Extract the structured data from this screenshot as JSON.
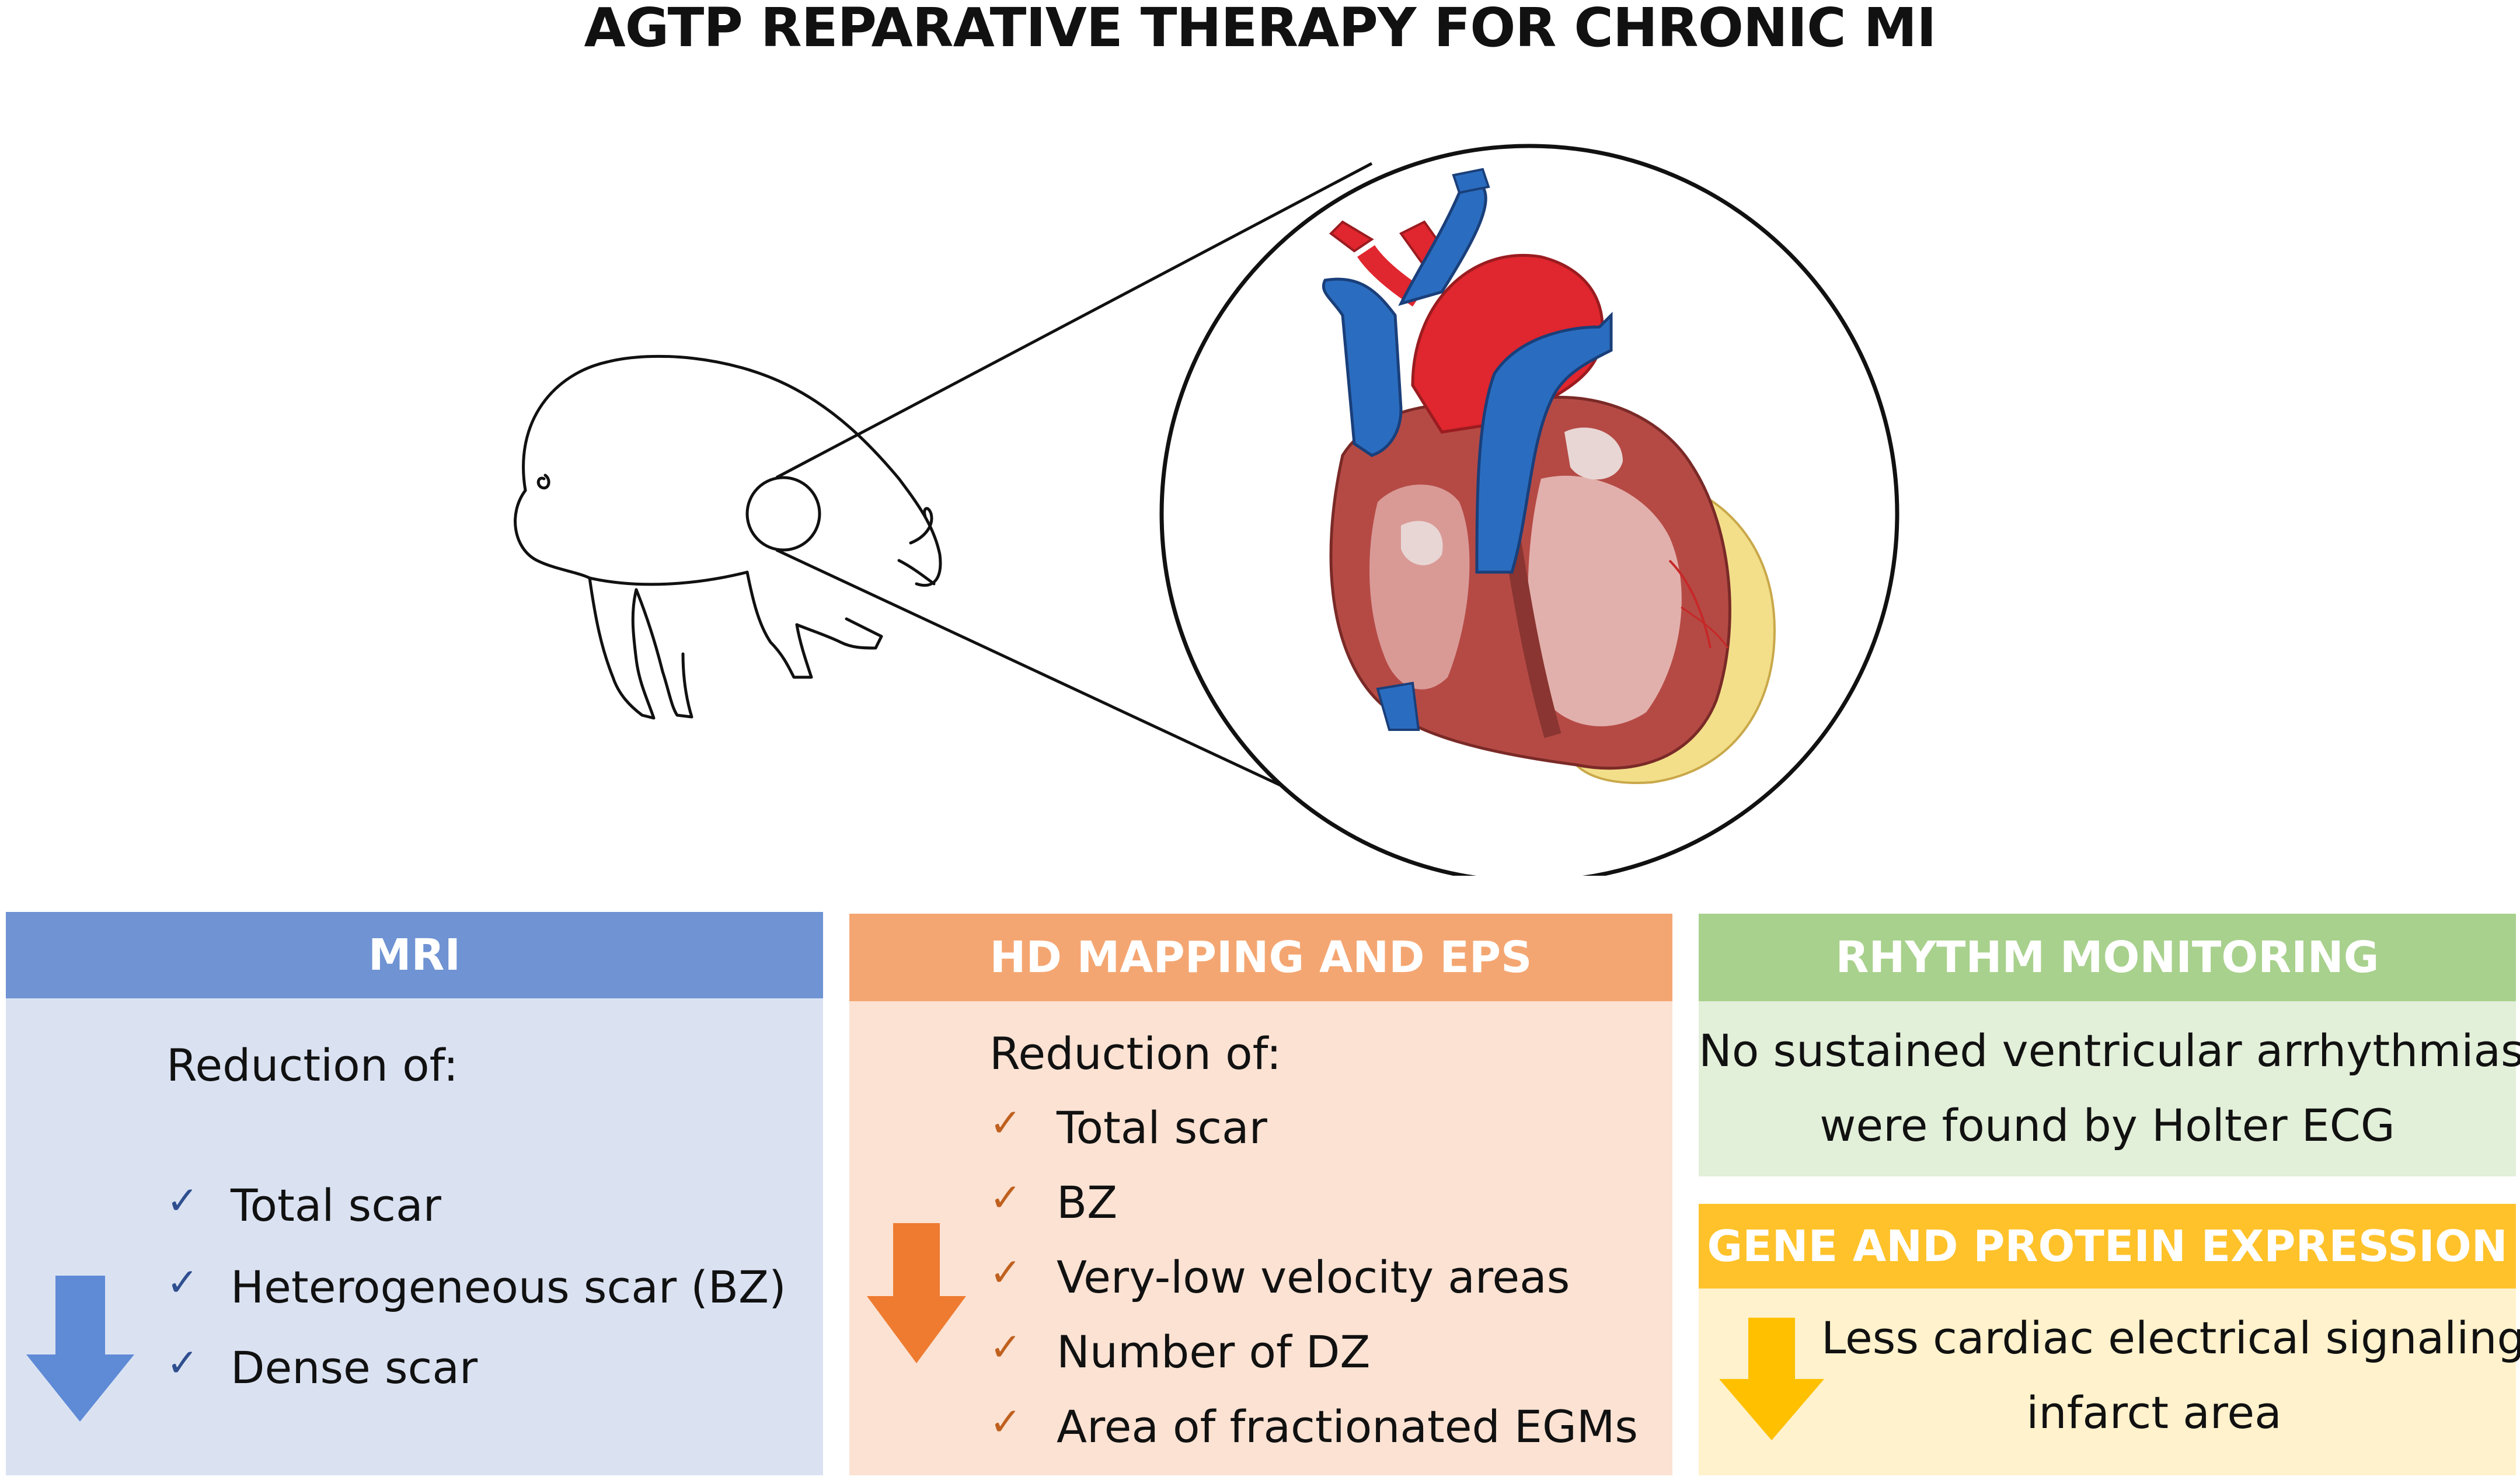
{
  "title": "AGTP REPARATIVE THERAPY FOR CHRONIC MI",
  "colors": {
    "mri_header": "#6F93D3",
    "mri_body": "#DAE2F2",
    "mri_arrow": "#5E8AD6",
    "mri_check": "#2F4F8F",
    "hd_header": "#F4A672",
    "hd_body": "#FBE2D3",
    "hd_arrow": "#EE7B30",
    "hd_check": "#C0601E",
    "rhythm_header": "#A8D18D",
    "rhythm_body": "#E2EFD9",
    "gene_header": "#FFC22B",
    "gene_body": "#FFF2CC",
    "gene_arrow": "#FFC000"
  },
  "icons": [
    "pig-drawing",
    "heart-illustration",
    "zoom-circle",
    "down-arrow-icon",
    "check-icon"
  ],
  "panels": {
    "mri": {
      "header": "MRI",
      "intro": "Reduction of:",
      "items": [
        "Total scar",
        "Heterogeneous scar (BZ)",
        "Dense scar"
      ]
    },
    "hd": {
      "header": "HD MAPPING AND EPS",
      "intro": "Reduction of:",
      "items": [
        "Total scar",
        "BZ",
        "Very-low velocity areas",
        "Number of DZ",
        "Area of fractionated EGMs"
      ]
    },
    "rhythm": {
      "header": "RHYTHM MONITORING",
      "lines": [
        "No sustained ventricular arrhythmias",
        "were found by Holter ECG"
      ]
    },
    "gene": {
      "header": "GENE AND PROTEIN EXPRESSION",
      "lines": [
        "Less cardiac electrical signaling in",
        "infarct area"
      ]
    }
  }
}
